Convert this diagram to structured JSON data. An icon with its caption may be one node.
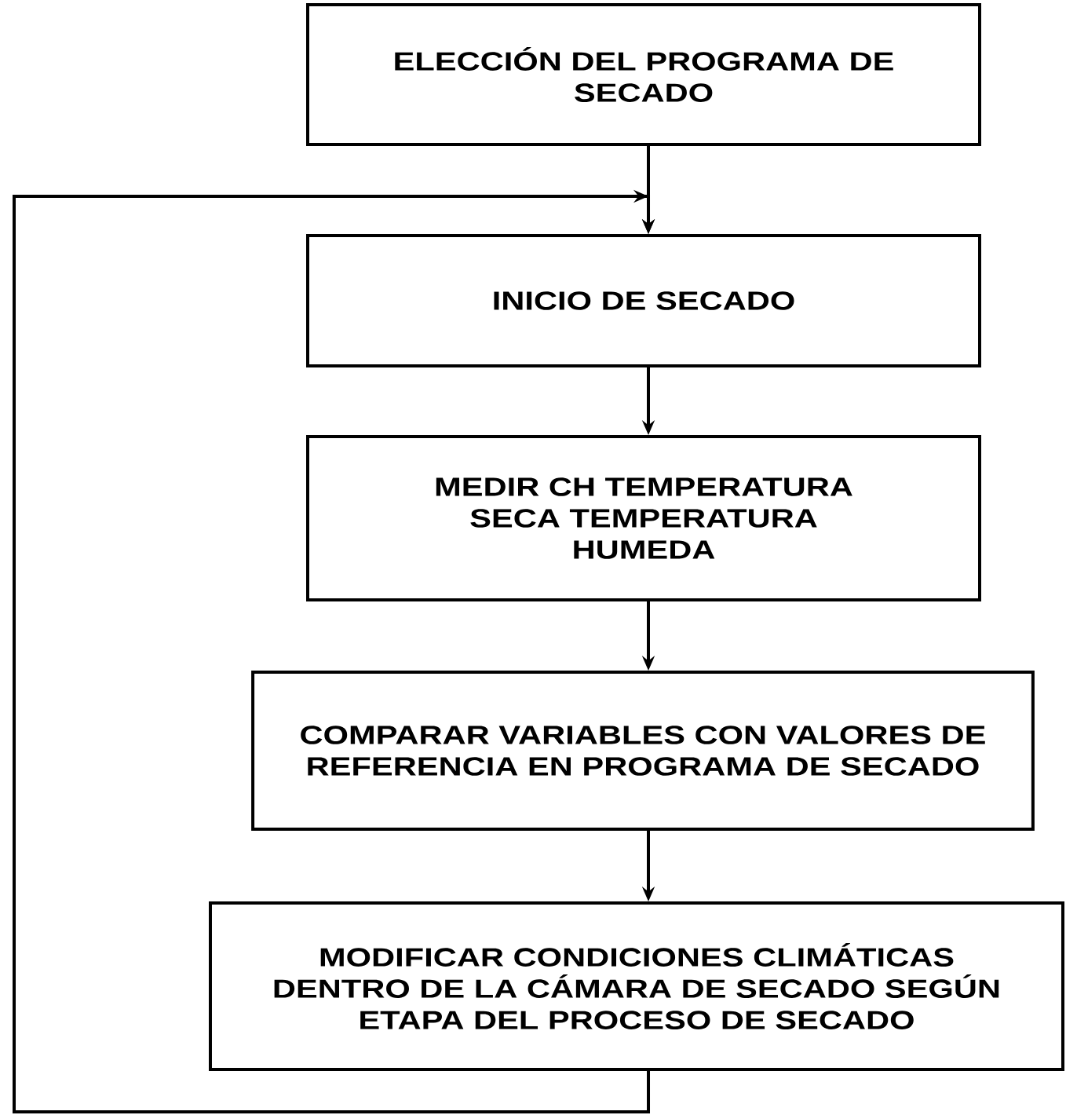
{
  "diagram": {
    "nodes": [
      {
        "text": [
          "ELECCIÓN DEL PROGRAMA DE SECADO"
        ]
      },
      {
        "text": [
          "INICIO DE SECADO"
        ]
      },
      {
        "text": [
          "MEDIR CH TEMPERATURA SECA TEMPERATURA HUMEDA"
        ]
      },
      {
        "text": [
          "COMPARAR VARIABLES CON VALORES DE REFERENCIA EN PROGRAMA DE SECADO"
        ]
      },
      {
        "text": [
          "MODIFICAR CONDICIONES CLIMÁTICAS DENTRO DE LA CÁMARA DE SECADO SEGÚN ETAPA DEL PROCESO DE SECADO"
        ]
      }
    ],
    "edges": [
      {
        "from": 0,
        "to": 1,
        "arrow": "to"
      },
      {
        "from": 1,
        "to": 2,
        "arrow": "to"
      },
      {
        "from": 2,
        "to": 3,
        "arrow": "to"
      },
      {
        "from": 3,
        "to": 4,
        "arrow": "to"
      },
      {
        "from": 4,
        "to": 1,
        "arrow": "to"
      }
    ]
  }
}
